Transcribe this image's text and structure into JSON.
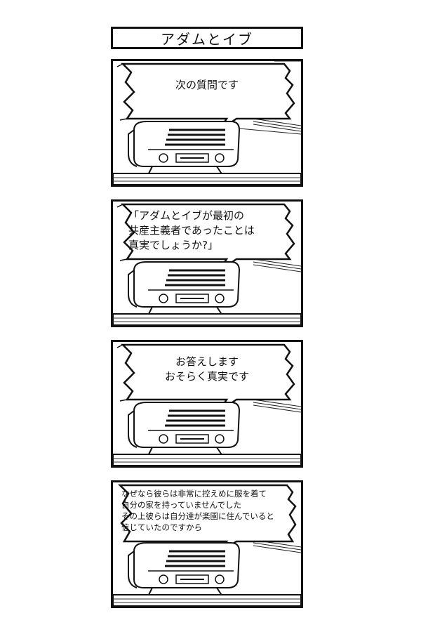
{
  "title": "アダムとイブ",
  "panels": [
    {
      "text": "次の質問です"
    },
    {
      "text": "「アダムとイブが最初の\n共産主義者であったことは\n真実でしょうか?」"
    },
    {
      "text": "お答えします\nおそらく真実です"
    },
    {
      "text": "なぜなら彼らは非常に控えめに服を着て\n自分の家を持っていませんでした\nその上彼らは自分達が楽園に住んでいると\n信じていたのですから"
    }
  ]
}
